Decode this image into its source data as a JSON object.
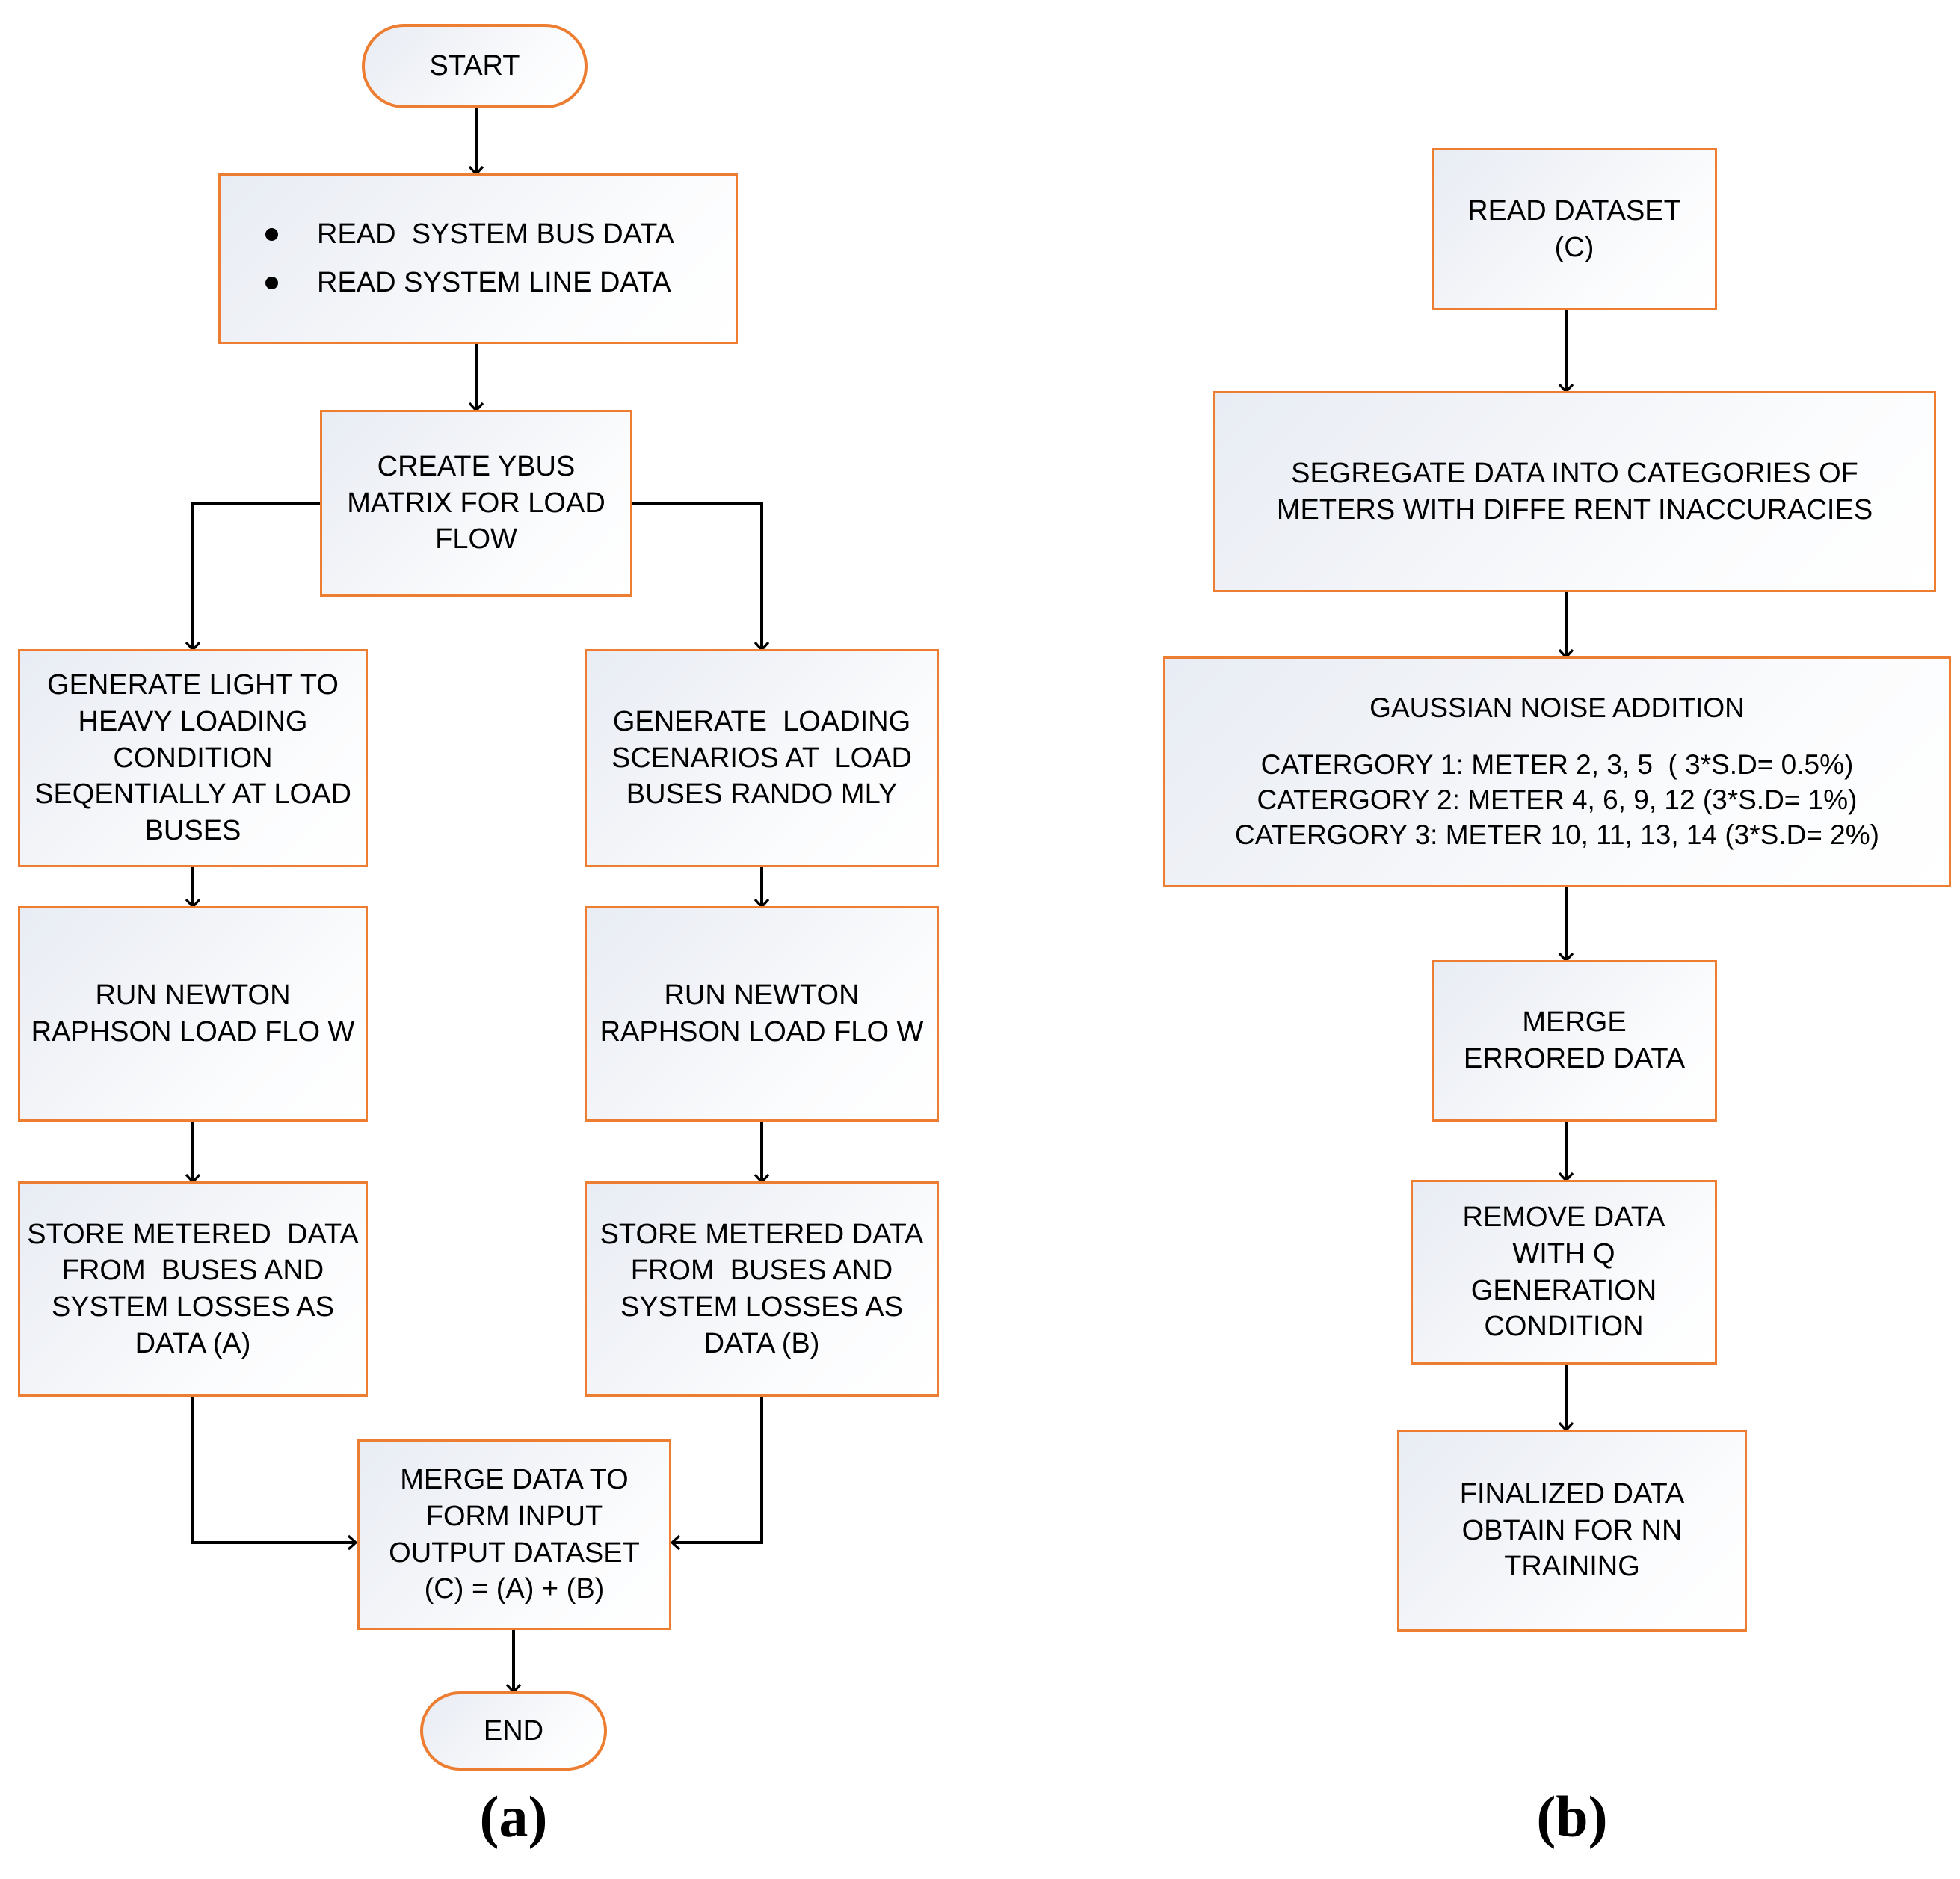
{
  "diagram": {
    "title_a": "(a)",
    "title_b": "(b)",
    "accent_color": "#ED7D31",
    "connector_color": "#000000",
    "node_fill": "#F2F4F8"
  },
  "panel_a": {
    "label": "(a)",
    "nodes": {
      "start": {
        "text": "START"
      },
      "read_data": {
        "bullet1": "READ  SYSTEM BUS DATA",
        "bullet2": "READ SYSTEM LINE DATA"
      },
      "ybus": {
        "l1": "CREATE YBUS",
        "l2": "MATRIX FOR LOAD",
        "l3": "FLOW"
      },
      "gen_sequential": {
        "l1": "GENERATE LIGHT TO",
        "l2": "HEAVY LOADING",
        "l3": "CONDITION",
        "l4": "SEQENTIALLY AT LOAD",
        "l5": "BUSES"
      },
      "gen_random": {
        "l1": "GENERATE  LOADING",
        "l2": "SCENARIOS AT  LOAD",
        "l3": "BUSES RANDO MLY"
      },
      "nr_left": {
        "l1": "RUN NEWTON",
        "l2": "RAPHSON LOAD FLO W"
      },
      "nr_right": {
        "l1": "RUN NEWTON",
        "l2": "RAPHSON LOAD FLO W"
      },
      "store_a": {
        "l1": "STORE METERED  DATA",
        "l2": "FROM  BUSES AND",
        "l3": "SYSTEM LOSSES AS",
        "l4": "DATA (A)"
      },
      "store_b": {
        "l1": "STORE METERED DATA",
        "l2": "FROM  BUSES AND",
        "l3": "SYSTEM LOSSES AS",
        "l4": "DATA (B)"
      },
      "merge": {
        "l1": "MERGE DATA TO",
        "l2": "FORM INPUT",
        "l3": "OUTPUT DATASET",
        "l4": "(C) = (A) + (B)"
      },
      "end": {
        "text": "END"
      }
    }
  },
  "panel_b": {
    "label": "(b)",
    "nodes": {
      "read_dataset": {
        "l1": "READ DATASET",
        "l2": "(C)"
      },
      "segregate": {
        "l1": "SEGREGATE DATA INTO CATEGORIES OF",
        "l2": "METERS WITH DIFFE RENT INACCURACIES"
      },
      "gaussian": {
        "l1": "GAUSSIAN NOISE ADDITION",
        "l2": "CATERGORY 1: METER 2, 3, 5  ( 3*S.D= 0.5%)",
        "l3": "CATERGORY 2: METER 4, 6, 9, 12 (3*S.D= 1%)",
        "l4": "CATERGORY 3: METER 10, 11, 13, 14 (3*S.D= 2%)"
      },
      "merge_errored": {
        "l1": "MERGE",
        "l2": "ERRORED DATA"
      },
      "remove_q": {
        "l1": "REMOVE DATA",
        "l2": "WITH Q",
        "l3": "GENERATION",
        "l4": "CONDITION"
      },
      "finalized": {
        "l1": "FINALIZED DATA",
        "l2": "OBTAIN FOR NN",
        "l3": "TRAINING"
      }
    }
  }
}
